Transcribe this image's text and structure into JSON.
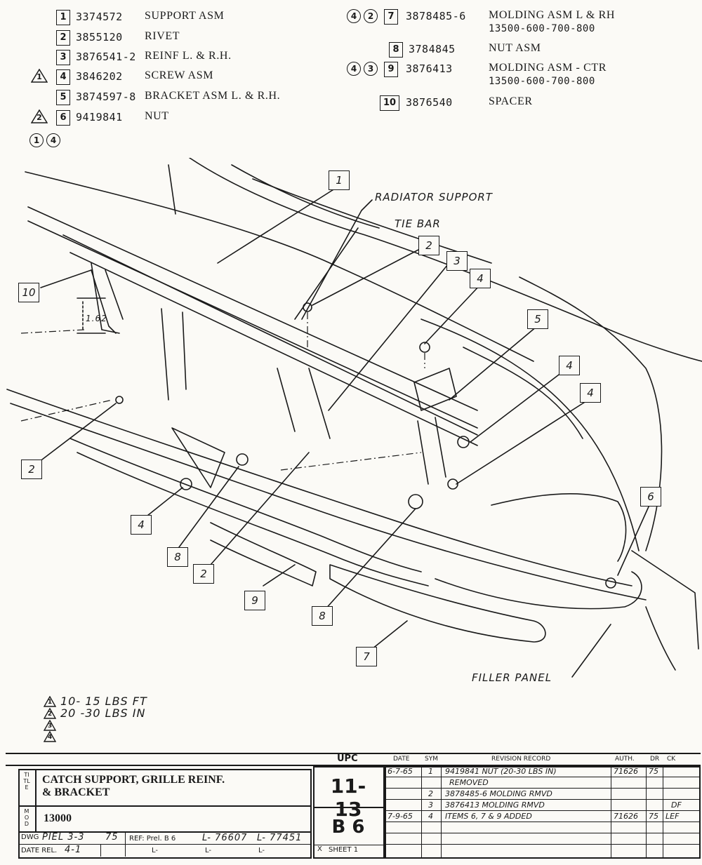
{
  "parts_left": [
    {
      "item": "1",
      "number": "3374572",
      "description": "SUPPORT ASM",
      "torque_mark": "",
      "notes": []
    },
    {
      "item": "2",
      "number": "3855120",
      "description": "RIVET",
      "torque_mark": "",
      "notes": []
    },
    {
      "item": "3",
      "number": "3876541-2",
      "description": "REINF L. & R.H.",
      "torque_mark": "",
      "notes": []
    },
    {
      "item": "4",
      "number": "3846202",
      "description": "SCREW ASM",
      "torque_mark": "1",
      "notes": []
    },
    {
      "item": "5",
      "number": "3874597-8",
      "description": "BRACKET ASM L. & R.H.",
      "torque_mark": "",
      "notes": []
    },
    {
      "item": "6",
      "number": "9419841",
      "description": "NUT",
      "torque_mark": "2",
      "notes": [
        "1",
        "4"
      ]
    }
  ],
  "parts_right": [
    {
      "item": "7",
      "number": "3878485-6",
      "description": "MOLDING ASM L & RH",
      "description2": "13500-600-700-800",
      "notes": [
        "4",
        "2"
      ]
    },
    {
      "item": "8",
      "number": "3784845",
      "description": "NUT ASM",
      "description2": "",
      "notes": []
    },
    {
      "item": "9",
      "number": "3876413",
      "description": "MOLDING ASM - CTR",
      "description2": "13500-600-700-800",
      "notes": [
        "4",
        "3"
      ]
    },
    {
      "item": "10",
      "number": "3876540",
      "description": "SPACER",
      "description2": "",
      "notes": []
    }
  ],
  "diagram": {
    "labels": {
      "radiator_support": "RADIATOR SUPPORT",
      "tie_bar": "TIE BAR",
      "filler_panel": "FILLER PANEL",
      "dimension": "1.62"
    },
    "callouts": [
      "1",
      "2",
      "3",
      "4",
      "5",
      "4",
      "4",
      "10",
      "2",
      "4",
      "8",
      "2",
      "9",
      "8",
      "7",
      "6"
    ]
  },
  "torque_notes": [
    {
      "mark": "1",
      "text": "10- 15 LBS FT"
    },
    {
      "mark": "2",
      "text": "20 -30 LBS IN"
    },
    {
      "mark": "3",
      "text": ""
    },
    {
      "mark": "4",
      "text": ""
    }
  ],
  "title_block": {
    "title_side": "TITLE",
    "title_line1": "CATCH SUPPORT, GRILLE REINF.",
    "title_line2": "& BRACKET",
    "mod_side": "MOD",
    "model": "13000",
    "upc_header": "UPC",
    "upc": "11-13",
    "group": "B 6",
    "sheet": "SHEET 1",
    "sheet_mark": "X",
    "dwg_label": "DWG",
    "dwg_value": "PIEL 3-3",
    "dwg_init": "75",
    "date_label": "DATE REL.",
    "date_value": "4-1",
    "ref_text": "REF: Prel. B 6",
    "ref_l1": "L- 76607",
    "ref_l2": "L- 77451",
    "ref_l3": "L-",
    "ref_l4": "L-",
    "ref_l5": "L-",
    "revision_headers": {
      "date": "DATE",
      "sym": "SYM",
      "record": "REVISION RECORD",
      "auth": "AUTH.",
      "dr": "DR",
      "ck": "CK"
    },
    "revisions": [
      {
        "date": "6-7-65",
        "sym": "1",
        "record": "9419841 NUT (20-30 LBS IN)",
        "auth": "71626",
        "dr": "75",
        "ck": ""
      },
      {
        "date": "",
        "sym": "",
        "record": "REMOVED",
        "auth": "",
        "dr": "",
        "ck": ""
      },
      {
        "date": "",
        "sym": "2",
        "record": "3878485-6 MOLDING RMVD",
        "auth": "",
        "dr": "",
        "ck": ""
      },
      {
        "date": "",
        "sym": "3",
        "record": "3876413 MOLDING RMVD",
        "auth": "",
        "dr": "",
        "ck": "DF"
      },
      {
        "date": "7-9-65",
        "sym": "4",
        "record": "ITEMS 6, 7 & 9 ADDED",
        "auth": "71626",
        "dr": "75",
        "ck": "LEF"
      }
    ]
  }
}
